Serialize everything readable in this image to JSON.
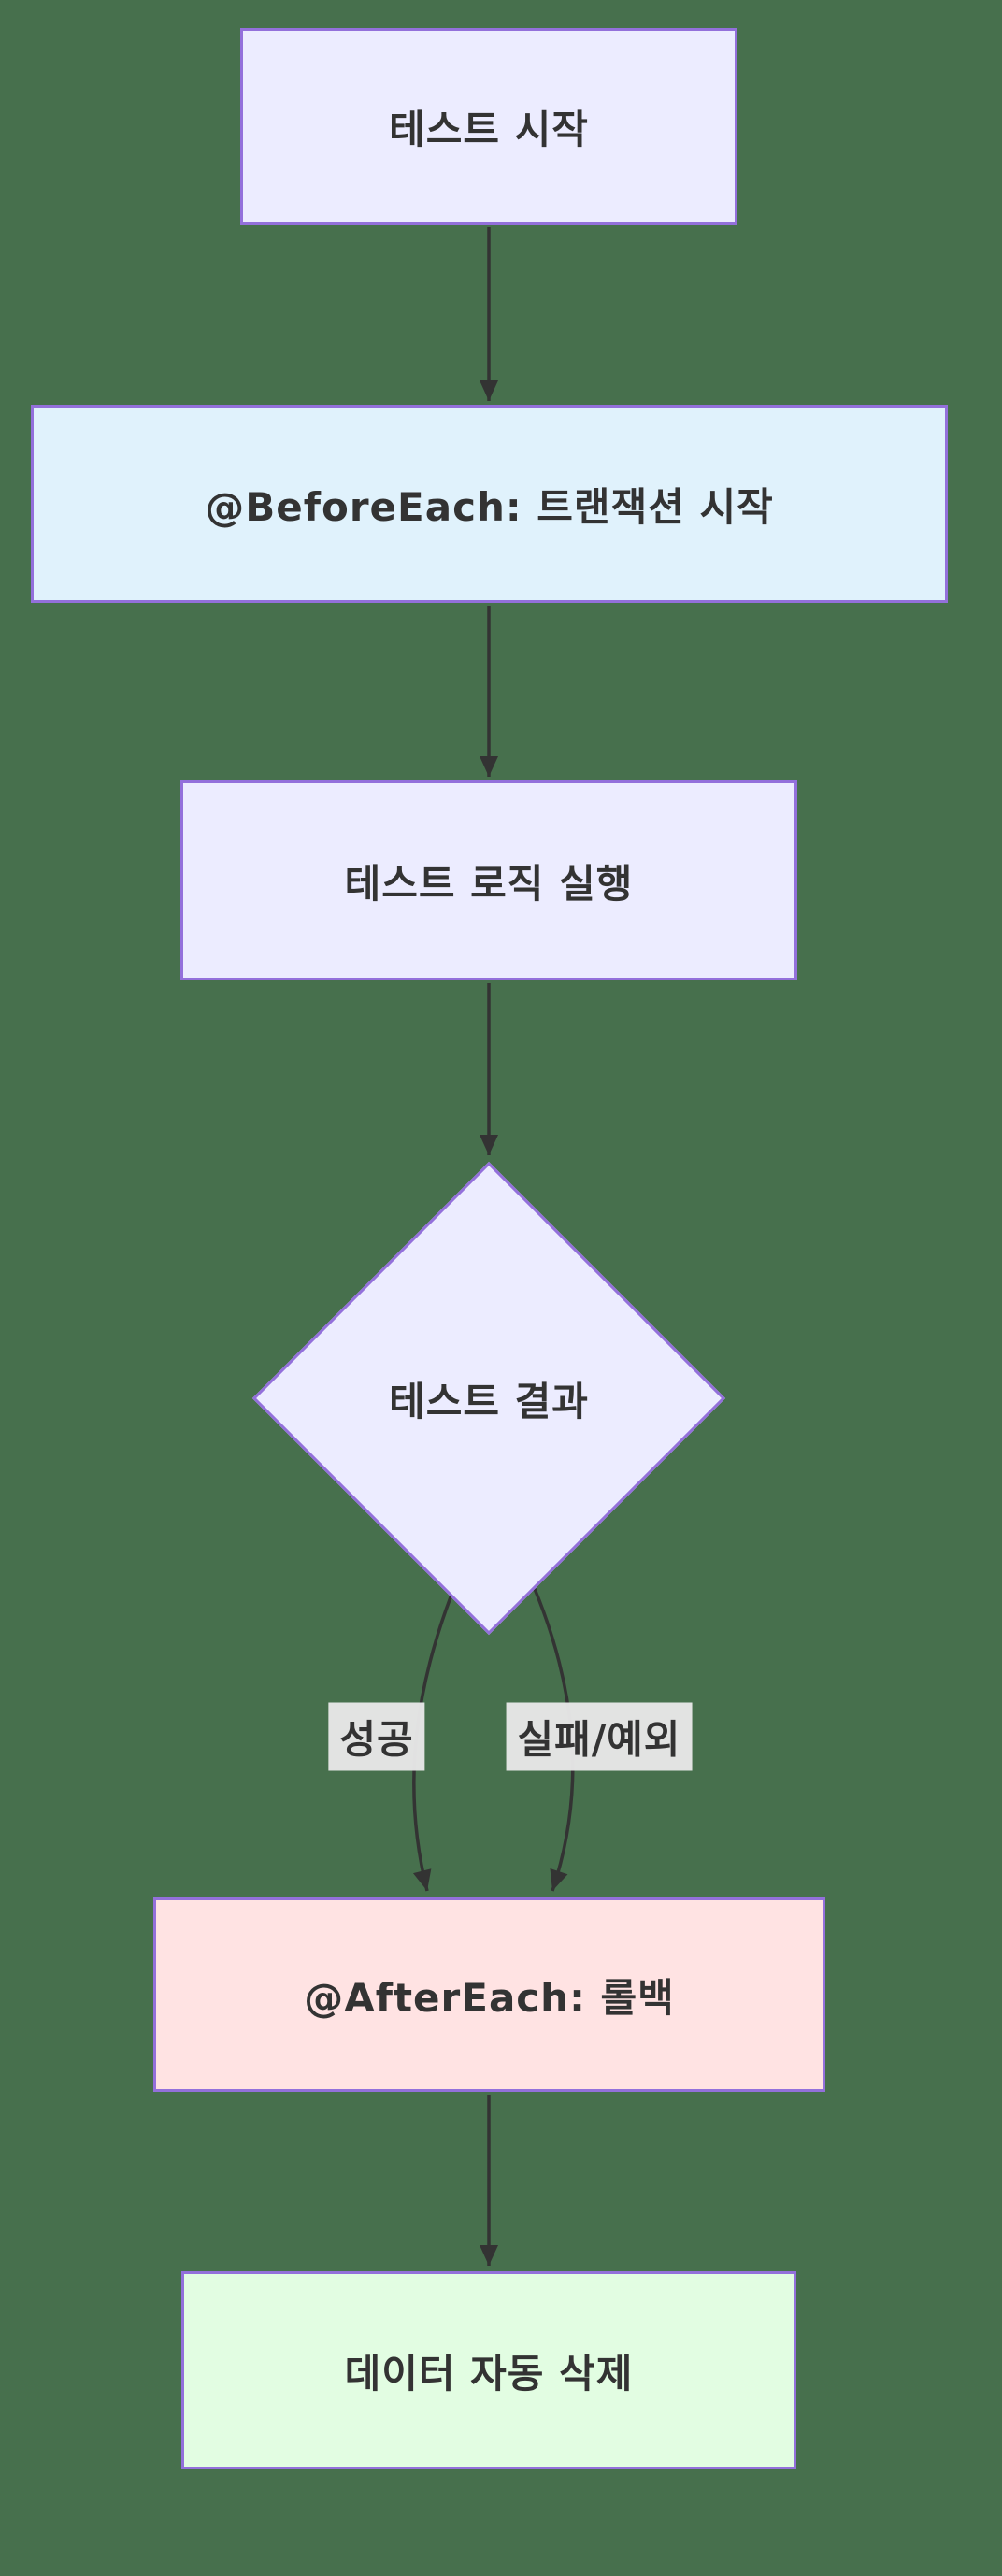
{
  "page": {
    "background_color": "#47704d"
  },
  "diagram": {
    "type": "flowchart",
    "direction": "top-down",
    "line_color": "#333333",
    "text_color": "#333333",
    "border_color": "#9370DB",
    "edge_label_background": "#E8E8E8",
    "nodes": [
      {
        "id": "start",
        "shape": "rect",
        "label": "테스트 시작",
        "fill": "#ECECFF"
      },
      {
        "id": "before",
        "shape": "rect",
        "label": "@BeforeEach: 트랜잭션 시작",
        "fill": "#E0F2FC"
      },
      {
        "id": "logic",
        "shape": "rect",
        "label": "테스트 로직 실행",
        "fill": "#ECECFF"
      },
      {
        "id": "result",
        "shape": "diamond",
        "label": "테스트 결과",
        "fill": "#ECECFF"
      },
      {
        "id": "after",
        "shape": "rect",
        "label": "@AfterEach: 롤백",
        "fill": "#FFE3E3"
      },
      {
        "id": "delete",
        "shape": "rect",
        "label": "데이터 자동 삭제",
        "fill": "#E2FDE2"
      }
    ],
    "edges": [
      {
        "from": "start",
        "to": "before",
        "label": ""
      },
      {
        "from": "before",
        "to": "logic",
        "label": ""
      },
      {
        "from": "logic",
        "to": "result",
        "label": ""
      },
      {
        "from": "result",
        "to": "after",
        "label": "성공"
      },
      {
        "from": "result",
        "to": "after",
        "label": "실패/예외"
      },
      {
        "from": "after",
        "to": "delete",
        "label": ""
      }
    ]
  }
}
